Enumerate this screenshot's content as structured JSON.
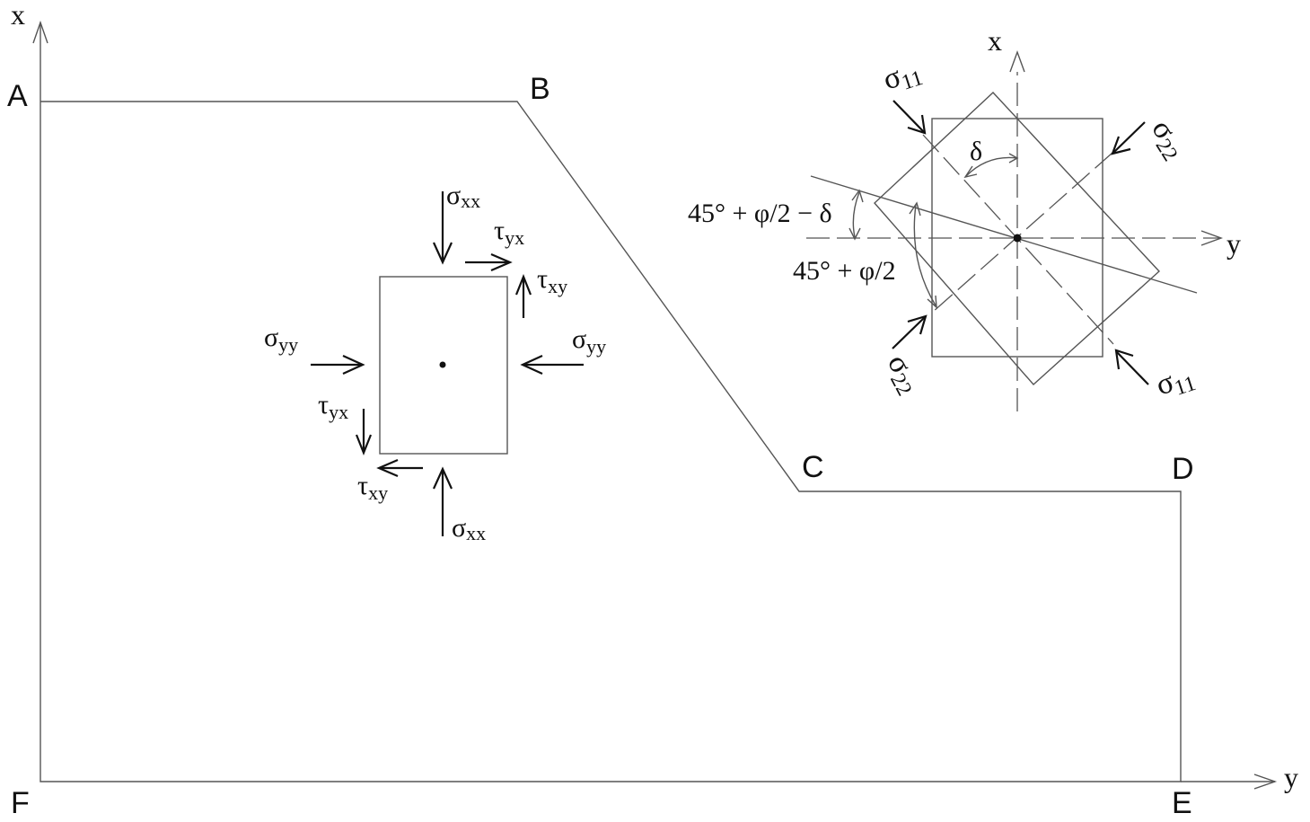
{
  "diagram": {
    "corner_labels": {
      "A": "A",
      "B": "B",
      "C": "C",
      "D": "D",
      "E": "E",
      "F": "F"
    },
    "axes": {
      "main_x": "x",
      "main_y": "y",
      "detail_x": "x",
      "detail_y": "y"
    },
    "stress_element": {
      "sigma_xx": {
        "symbol": "σ",
        "sub": "xx"
      },
      "sigma_yy": {
        "symbol": "σ",
        "sub": "yy"
      },
      "tau_yx": {
        "symbol": "τ",
        "sub": "yx"
      },
      "tau_xy": {
        "symbol": "τ",
        "sub": "xy"
      }
    },
    "principal_element": {
      "sigma_11": {
        "symbol": "σ",
        "sub": "11"
      },
      "sigma_22": {
        "symbol": "σ",
        "sub": "22"
      },
      "delta": "δ",
      "angle_label_1": "45° + φ/2 − δ",
      "angle_label_2": "45° + φ/2"
    }
  },
  "colors": {
    "line": "#555555",
    "arrow": "#111111",
    "text": "#111111",
    "background": "#ffffff"
  }
}
